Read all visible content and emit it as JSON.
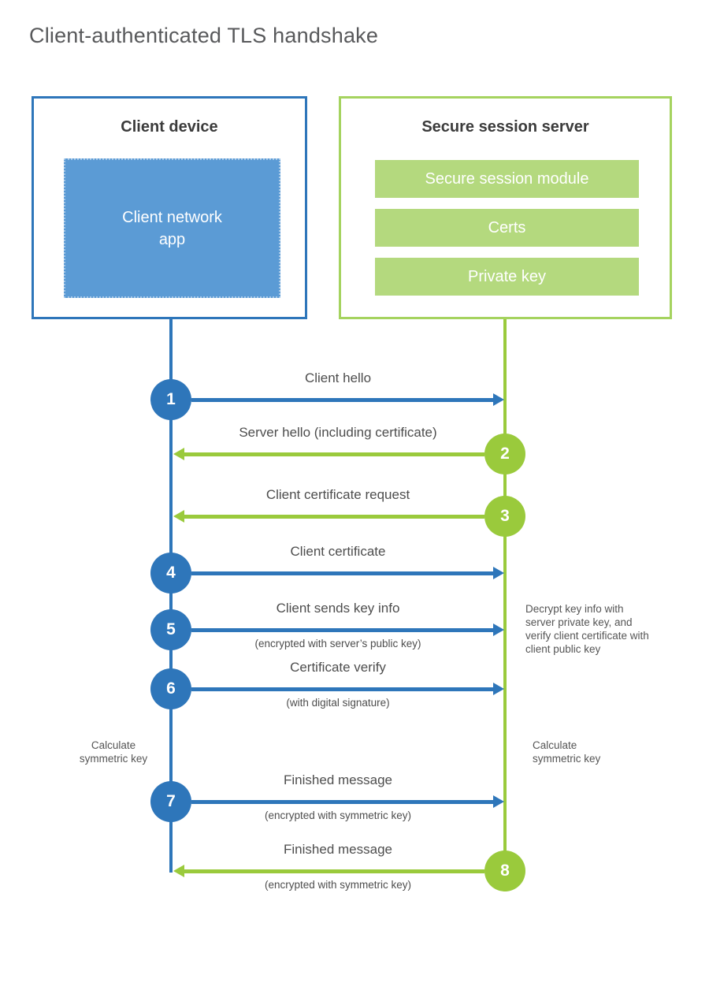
{
  "title": "Client-authenticated TLS handshake",
  "colors": {
    "blue": "#2e76ba",
    "blue-fill": "#5b9bd5",
    "green": "#9aca3c",
    "green-border": "#a5d35f",
    "green-fill": "#b4d97e",
    "text-dark": "#3b3b3b",
    "text-gray": "#4d4d4d",
    "title-gray": "#58595b"
  },
  "client_box": {
    "title": "Client device",
    "app_label": "Client network app"
  },
  "server_box": {
    "title": "Secure session server",
    "modules": [
      "Secure session module",
      "Certs",
      "Private key"
    ]
  },
  "steps": [
    {
      "number": "1",
      "direction": "right",
      "label": "Client hello",
      "sublabel": ""
    },
    {
      "number": "2",
      "direction": "left",
      "label": "Server hello (including certificate)",
      "sublabel": ""
    },
    {
      "number": "3",
      "direction": "left",
      "label": "Client certificate request",
      "sublabel": ""
    },
    {
      "number": "4",
      "direction": "right",
      "label": "Client certificate",
      "sublabel": ""
    },
    {
      "number": "5",
      "direction": "right",
      "label": "Client sends key info",
      "sublabel": "(encrypted with server’s public key)"
    },
    {
      "number": "6",
      "direction": "right",
      "label": "Certificate verify",
      "sublabel": "(with digital signature)"
    },
    {
      "number": "7",
      "direction": "right",
      "label": "Finished message",
      "sublabel": "(encrypted with symmetric key)"
    },
    {
      "number": "8",
      "direction": "left",
      "label": "Finished message",
      "sublabel": "(encrypted with symmetric key)"
    }
  ],
  "notes": {
    "server_decrypt": "Decrypt key info with server private key, and verify client certificate with client public key",
    "client_calc": "Calculate symmetric key",
    "server_calc": "Calculate symmetric key"
  }
}
